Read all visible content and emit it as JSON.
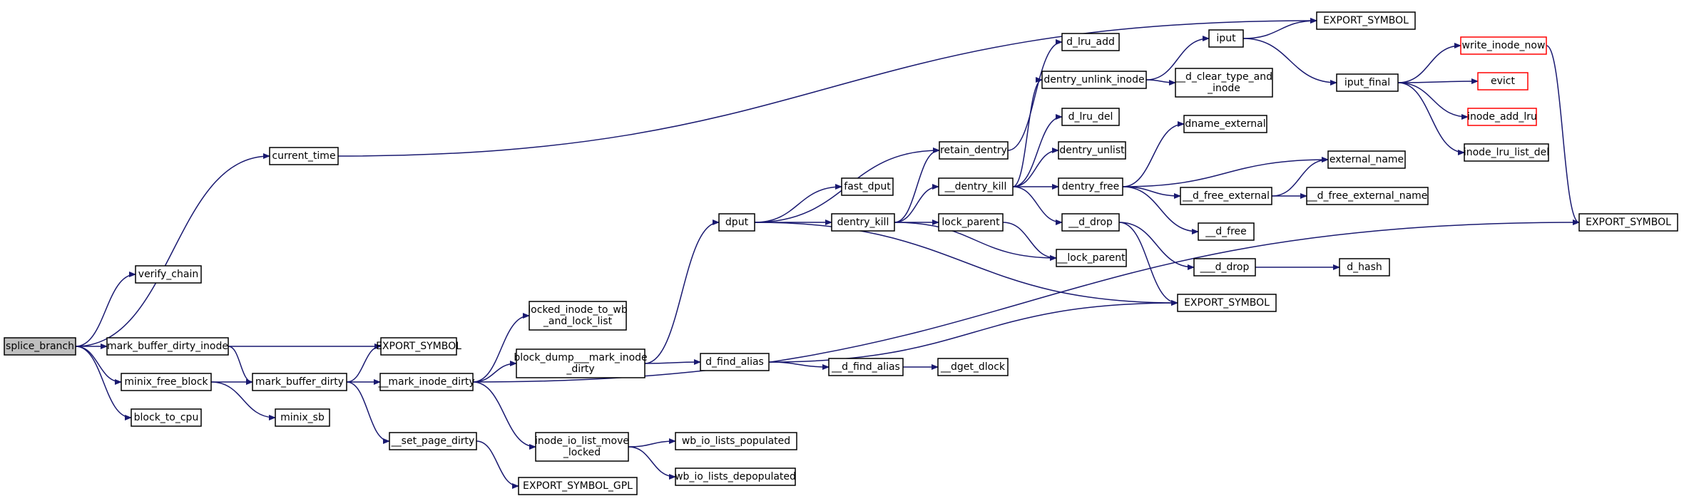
{
  "diagram": {
    "type": "call-graph",
    "colors": {
      "edge": "#191970",
      "root_fill": "#bfbfbf",
      "node_border": "#000000",
      "truncated_border": "#ff0000"
    },
    "nodes": [
      {
        "id": "splice_branch",
        "lines": [
          "splice_branch"
        ],
        "style": "root"
      },
      {
        "id": "verify_chain",
        "lines": [
          "verify_chain"
        ]
      },
      {
        "id": "current_time",
        "lines": [
          "current_time"
        ]
      },
      {
        "id": "mark_buffer_dirty_inode",
        "lines": [
          "mark_buffer_dirty_inode"
        ]
      },
      {
        "id": "minix_free_block",
        "lines": [
          "minix_free_block"
        ]
      },
      {
        "id": "block_to_cpu",
        "lines": [
          "block_to_cpu"
        ]
      },
      {
        "id": "export1",
        "lines": [
          "EXPORT_SYMBOL"
        ]
      },
      {
        "id": "mark_buffer_dirty",
        "lines": [
          "mark_buffer_dirty"
        ]
      },
      {
        "id": "minix_sb",
        "lines": [
          "minix_sb"
        ]
      },
      {
        "id": "mark_inode_dirty",
        "lines": [
          "__mark_inode_dirty"
        ]
      },
      {
        "id": "set_page_dirty",
        "lines": [
          "__set_page_dirty"
        ]
      },
      {
        "id": "export_gpl",
        "lines": [
          "EXPORT_SYMBOL_GPL"
        ]
      },
      {
        "id": "locked_inode",
        "lines": [
          "locked_inode_to_wb",
          "_and_lock_list"
        ]
      },
      {
        "id": "block_dump",
        "lines": [
          "block_dump___mark_inode",
          "_dirty"
        ]
      },
      {
        "id": "inode_io_list",
        "lines": [
          "inode_io_list_move",
          "_locked"
        ]
      },
      {
        "id": "wb_populated",
        "lines": [
          "wb_io_lists_populated"
        ]
      },
      {
        "id": "wb_depopulated",
        "lines": [
          "wb_io_lists_depopulated"
        ]
      },
      {
        "id": "dput",
        "lines": [
          "dput"
        ]
      },
      {
        "id": "d_find_alias",
        "lines": [
          "d_find_alias"
        ]
      },
      {
        "id": "d_find_alias2",
        "lines": [
          "__d_find_alias"
        ]
      },
      {
        "id": "dget_dlock",
        "lines": [
          "__dget_dlock"
        ]
      },
      {
        "id": "fast_dput",
        "lines": [
          "fast_dput"
        ]
      },
      {
        "id": "dentry_kill",
        "lines": [
          "dentry_kill"
        ]
      },
      {
        "id": "retain_dentry",
        "lines": [
          "retain_dentry"
        ]
      },
      {
        "id": "dentry_kill2",
        "lines": [
          "__dentry_kill"
        ]
      },
      {
        "id": "lock_parent",
        "lines": [
          "lock_parent"
        ]
      },
      {
        "id": "lock_parent2",
        "lines": [
          "__lock_parent"
        ]
      },
      {
        "id": "d_lru_add",
        "lines": [
          "d_lru_add"
        ]
      },
      {
        "id": "dentry_unlink_inode",
        "lines": [
          "dentry_unlink_inode"
        ]
      },
      {
        "id": "d_lru_del",
        "lines": [
          "d_lru_del"
        ]
      },
      {
        "id": "dentry_unlist",
        "lines": [
          "dentry_unlist"
        ]
      },
      {
        "id": "dentry_free",
        "lines": [
          "dentry_free"
        ]
      },
      {
        "id": "d_drop",
        "lines": [
          "__d_drop"
        ]
      },
      {
        "id": "d_drop2",
        "lines": [
          "___d_drop"
        ]
      },
      {
        "id": "d_hash",
        "lines": [
          "d_hash"
        ]
      },
      {
        "id": "d_clear_type",
        "lines": [
          "__d_clear_type_and",
          "_inode"
        ]
      },
      {
        "id": "dname_external",
        "lines": [
          "dname_external"
        ]
      },
      {
        "id": "external_name",
        "lines": [
          "external_name"
        ]
      },
      {
        "id": "d_free_external",
        "lines": [
          "__d_free_external"
        ]
      },
      {
        "id": "d_free_external_name",
        "lines": [
          "__d_free_external_name"
        ]
      },
      {
        "id": "d_free",
        "lines": [
          "__d_free"
        ]
      },
      {
        "id": "export2",
        "lines": [
          "EXPORT_SYMBOL"
        ]
      },
      {
        "id": "iput",
        "lines": [
          "iput"
        ]
      },
      {
        "id": "export3",
        "lines": [
          "EXPORT_SYMBOL"
        ]
      },
      {
        "id": "iput_final",
        "lines": [
          "iput_final"
        ]
      },
      {
        "id": "write_inode_now",
        "lines": [
          "write_inode_now"
        ],
        "style": "red"
      },
      {
        "id": "evict",
        "lines": [
          "evict"
        ],
        "style": "red"
      },
      {
        "id": "inode_add_lru",
        "lines": [
          "inode_add_lru"
        ],
        "style": "red"
      },
      {
        "id": "inode_lru_list_del",
        "lines": [
          "inode_lru_list_del"
        ]
      },
      {
        "id": "export4",
        "lines": [
          "EXPORT_SYMBOL"
        ]
      }
    ],
    "edges": [
      [
        "splice_branch",
        "verify_chain"
      ],
      [
        "splice_branch",
        "current_time"
      ],
      [
        "splice_branch",
        "mark_buffer_dirty_inode"
      ],
      [
        "splice_branch",
        "minix_free_block"
      ],
      [
        "splice_branch",
        "block_to_cpu"
      ],
      [
        "current_time",
        "export3"
      ],
      [
        "mark_buffer_dirty_inode",
        "export1"
      ],
      [
        "mark_buffer_dirty_inode",
        "mark_buffer_dirty"
      ],
      [
        "minix_free_block",
        "mark_buffer_dirty"
      ],
      [
        "minix_free_block",
        "minix_sb"
      ],
      [
        "mark_buffer_dirty",
        "export1"
      ],
      [
        "mark_buffer_dirty",
        "mark_inode_dirty"
      ],
      [
        "mark_buffer_dirty",
        "set_page_dirty"
      ],
      [
        "set_page_dirty",
        "export_gpl"
      ],
      [
        "mark_inode_dirty",
        "locked_inode"
      ],
      [
        "mark_inode_dirty",
        "block_dump"
      ],
      [
        "mark_inode_dirty",
        "inode_io_list"
      ],
      [
        "mark_inode_dirty",
        "export4"
      ],
      [
        "inode_io_list",
        "wb_populated"
      ],
      [
        "inode_io_list",
        "wb_depopulated"
      ],
      [
        "block_dump",
        "dput"
      ],
      [
        "block_dump",
        "d_find_alias"
      ],
      [
        "d_find_alias",
        "d_find_alias2"
      ],
      [
        "d_find_alias",
        "export2"
      ],
      [
        "d_find_alias2",
        "dget_dlock"
      ],
      [
        "dput",
        "retain_dentry"
      ],
      [
        "dput",
        "fast_dput"
      ],
      [
        "dput",
        "dentry_kill"
      ],
      [
        "dput",
        "export2"
      ],
      [
        "dentry_kill",
        "retain_dentry"
      ],
      [
        "dentry_kill",
        "dentry_kill2"
      ],
      [
        "dentry_kill",
        "lock_parent"
      ],
      [
        "dentry_kill",
        "lock_parent2"
      ],
      [
        "lock_parent",
        "lock_parent2"
      ],
      [
        "retain_dentry",
        "d_lru_add"
      ],
      [
        "dentry_kill2",
        "dentry_unlink_inode"
      ],
      [
        "dentry_kill2",
        "d_lru_del"
      ],
      [
        "dentry_kill2",
        "dentry_unlist"
      ],
      [
        "dentry_kill2",
        "dentry_free"
      ],
      [
        "dentry_kill2",
        "d_drop"
      ],
      [
        "dentry_unlink_inode",
        "iput"
      ],
      [
        "dentry_unlink_inode",
        "d_clear_type"
      ],
      [
        "dentry_free",
        "dname_external"
      ],
      [
        "dentry_free",
        "external_name"
      ],
      [
        "dentry_free",
        "d_free_external"
      ],
      [
        "dentry_free",
        "d_free"
      ],
      [
        "d_free_external",
        "external_name"
      ],
      [
        "d_free_external",
        "d_free_external_name"
      ],
      [
        "d_drop",
        "d_drop2"
      ],
      [
        "d_drop",
        "export2"
      ],
      [
        "d_drop2",
        "d_hash"
      ],
      [
        "iput",
        "export3"
      ],
      [
        "iput",
        "iput_final"
      ],
      [
        "iput_final",
        "write_inode_now"
      ],
      [
        "iput_final",
        "evict"
      ],
      [
        "iput_final",
        "inode_add_lru"
      ],
      [
        "iput_final",
        "inode_lru_list_del"
      ],
      [
        "write_inode_now",
        "export4"
      ]
    ]
  }
}
